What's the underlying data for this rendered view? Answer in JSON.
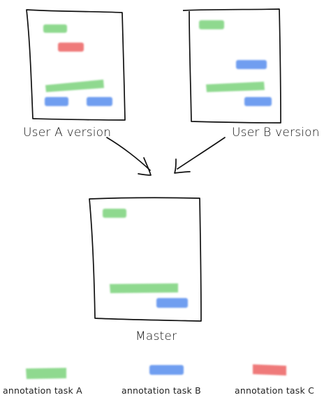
{
  "documents": {
    "user_a": {
      "label": "User A version"
    },
    "user_b": {
      "label": "User B version"
    },
    "master": {
      "label": "Master"
    }
  },
  "legend": [
    {
      "label": "annotation task A",
      "color": "#8fd98f"
    },
    {
      "label": "annotation task B",
      "color": "#6f9ef0"
    },
    {
      "label": "annotation task C",
      "color": "#ef7a7a"
    }
  ]
}
